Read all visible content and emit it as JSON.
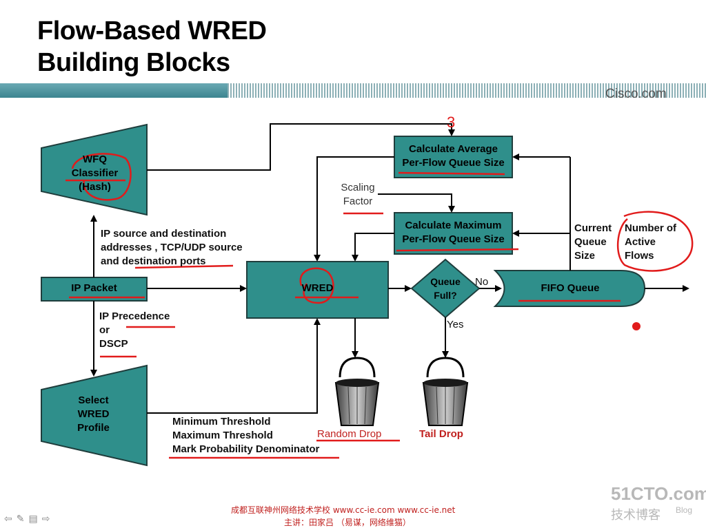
{
  "slide": {
    "title_line1": "Flow-Based WRED",
    "title_line2": "Building Blocks",
    "brand": "Cisco.com"
  },
  "diagram": {
    "wfq": [
      "WFQ",
      "Classifier",
      "(Hash)"
    ],
    "ip_packet": "IP Packet",
    "ip_src_note": [
      "IP source and destination",
      "addresses , TCP/UDP source",
      "and destination ports"
    ],
    "precedence_note": [
      "IP Precedence",
      "or",
      "DSCP"
    ],
    "select_profile": [
      "Select",
      "WRED",
      "Profile"
    ],
    "thresholds": [
      "Minimum Threshold",
      "Maximum Threshold",
      "Mark Probability Denominator"
    ],
    "wred": "WRED",
    "calc_avg": [
      "Calculate Average",
      "Per-Flow Queue Size"
    ],
    "calc_max": [
      "Calculate Maximum",
      "Per-Flow Queue Size"
    ],
    "scaling": [
      "Scaling",
      "Factor"
    ],
    "queue_full": [
      "Queue",
      "Full?"
    ],
    "no": "No",
    "yes": "Yes",
    "fifo": "FIFO Queue",
    "current_queue": [
      "Current",
      "Queue",
      "Size"
    ],
    "active_flows": [
      "Number of",
      "Active",
      "Flows"
    ],
    "random_drop": "Random Drop",
    "tail_drop": "Tail Drop",
    "annotation_mark": "3"
  },
  "footer": {
    "line1": "成都互联神州网络技术学校  www.cc-ie.com www.cc-ie.net",
    "line2": "主讲：田家吕 （易谋，网络维猫）"
  },
  "watermark": {
    "site": "51CTO.com",
    "sub": "技术博客",
    "blog": "Blog"
  },
  "nav_icons": [
    "prev-icon",
    "pen-icon",
    "menu-icon",
    "next-icon"
  ],
  "colors": {
    "box_fill": "#2f8f8b",
    "banner": "#3c8590",
    "annotation": "#e11b1b",
    "drop_label": "#c0211f"
  }
}
